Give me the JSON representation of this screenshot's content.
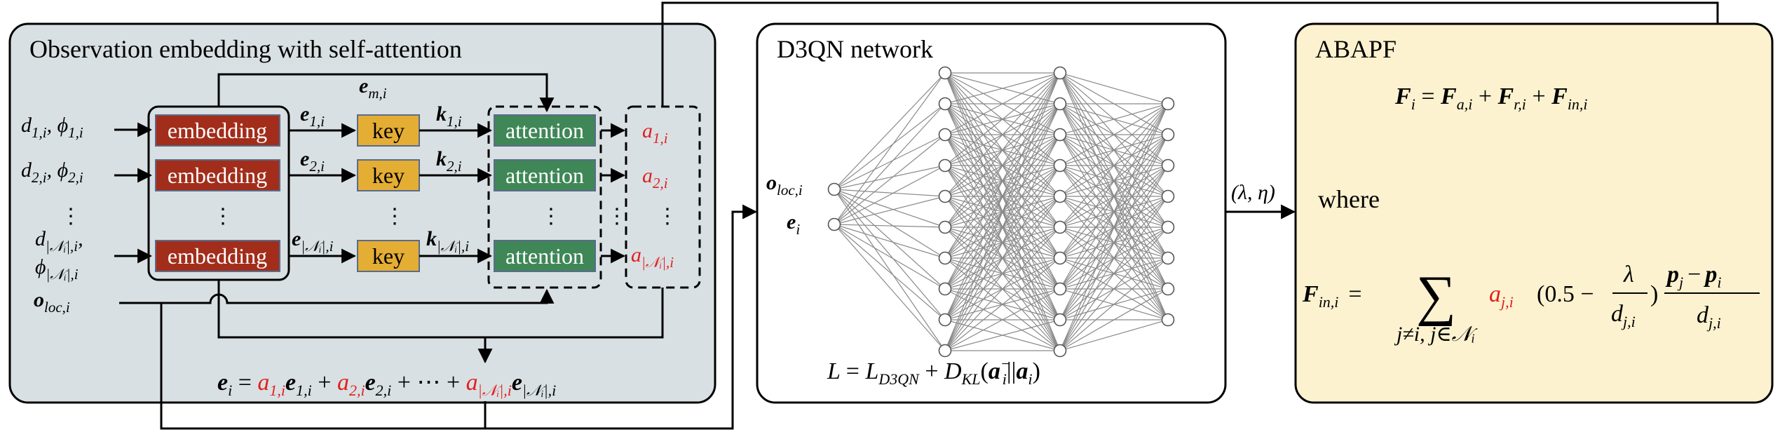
{
  "colors": {
    "observation_panel_bg": "#d9e0e3",
    "abapf_panel_bg": "#fdf2cf",
    "embedding_fill": "#a22d1b",
    "key_fill": "#e4ad34",
    "attention_fill": "#3f8757",
    "weight_red": "#e02020",
    "edge_gray": "#8a8a8a"
  },
  "observation_panel": {
    "title": "Observation embedding with self-attention",
    "inputs": [
      {
        "main": "d",
        "sub": "1,i",
        "main2": ", ϕ",
        "sub2": "1,i"
      },
      {
        "main": "d",
        "sub": "2,i",
        "main2": ", ϕ",
        "sub2": "2,i"
      },
      {
        "main": "d",
        "sub": "|𝒩ᵢ|,i",
        "main2": ",",
        "sub2": ""
      }
    ],
    "input_last_line2": {
      "main": "ϕ",
      "sub": "|𝒩ᵢ|,i"
    },
    "obs_loc": {
      "main": "o",
      "sub": "loc,i"
    },
    "embedding_label": "embedding",
    "key_label": "key",
    "attention_label": "attention",
    "vertical_dots": "⋮",
    "e_outputs": [
      {
        "main": "e",
        "sub": "1,i"
      },
      {
        "main": "e",
        "sub": "2,i"
      },
      {
        "main": "e",
        "sub": "|𝒩ᵢ|,i"
      }
    ],
    "e_mean": {
      "main": "e",
      "sub": "m,i"
    },
    "k_outputs": [
      {
        "main": "k",
        "sub": "1,i"
      },
      {
        "main": "k",
        "sub": "2,i"
      },
      {
        "main": "k",
        "sub": "|𝒩ᵢ|,i"
      }
    ],
    "a_outputs": [
      {
        "main": "a",
        "sub": "1,i"
      },
      {
        "main": "a",
        "sub": "2,i"
      },
      {
        "main": "a",
        "sub": "|𝒩ᵢ|,i"
      }
    ],
    "sum_equation": {
      "lhs": "e",
      "lhs_sub": "i",
      "eq": "=",
      "terms": [
        {
          "a_sub": "1,i",
          "e_sub": "1,i",
          "op": "+"
        },
        {
          "a_sub": "2,i",
          "e_sub": "2,i",
          "op": "+ ⋯ +"
        },
        {
          "a_sub": "|𝒩ᵢ|,i",
          "e_sub": "|𝒩ᵢ|,i",
          "op": ""
        }
      ]
    }
  },
  "d3qn_panel": {
    "title": "D3QN network",
    "inputs": [
      {
        "main": "o",
        "sub": "loc,i"
      },
      {
        "main": "e",
        "sub": "i"
      }
    ],
    "network": {
      "layers": [
        2,
        10,
        10,
        8
      ]
    },
    "loss": {
      "lhs": "L",
      "eq": "=",
      "L_main": "L",
      "L_sub": "D3QN",
      "plus": "+",
      "D_main": "D",
      "D_sub": "KL",
      "open": "(",
      "a_bar": "a",
      "a_bar_sub": "i",
      "a_bar_sup": "−",
      "sep": "||",
      "a2": "a",
      "a2_sub": "i",
      "close": ")"
    }
  },
  "connector_label": "(λ, η)",
  "abapf_panel": {
    "title": "ABAPF",
    "force_eq": {
      "F": "F",
      "F_sub": "i",
      "eq": "=",
      "terms": [
        {
          "main": "F",
          "sub": "a,i"
        },
        {
          "main": "F",
          "sub": "r,i"
        },
        {
          "main": "F",
          "sub": "in,i"
        }
      ],
      "plus": "+"
    },
    "where": "where",
    "fin_eq": {
      "lhs": "F",
      "lhs_sub": "in,i",
      "eq": "=",
      "sum": "∑",
      "sum_sub": "j≠i, j∈𝒩ᵢ",
      "a": "a",
      "a_sub": "j,i",
      "half": "(0.5 −",
      "lambda": "λ",
      "d": "d",
      "d_sub": "j,i",
      "close": ")",
      "p_j": "p",
      "p_j_sub": "j",
      "minus": "−",
      "p_i": "p",
      "p_i_sub": "i",
      "den_d": "d",
      "den_d_sub": "j,i"
    }
  }
}
